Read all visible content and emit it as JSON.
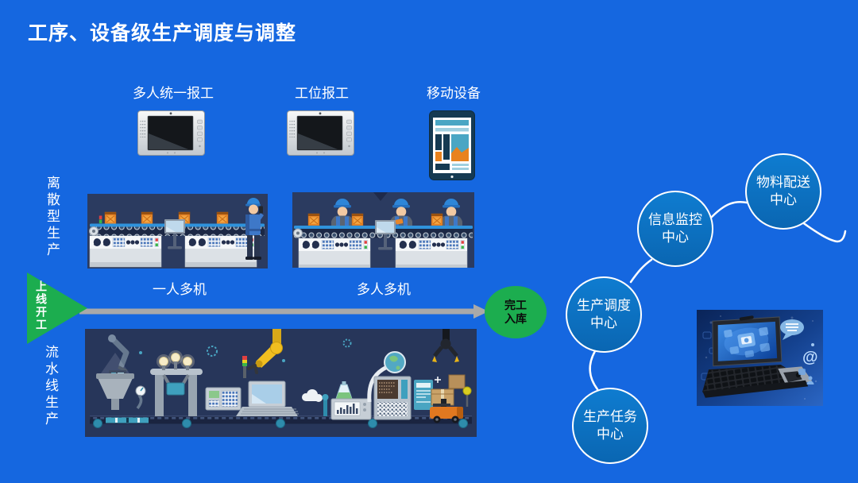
{
  "slide": {
    "title": "工序、设备级生产调度与调整"
  },
  "reporting_devices": [
    {
      "label": "多人统一报工",
      "icon": "industrial-tablet-icon"
    },
    {
      "label": "工位报工",
      "icon": "industrial-tablet-icon"
    },
    {
      "label": "移动设备",
      "icon": "mobile-dashboard-icon"
    }
  ],
  "production_modes": {
    "discrete": "离散型生产",
    "flow_line": "流水线生产"
  },
  "process_flow": {
    "start": "上线开工",
    "stage_one": "一人多机",
    "stage_two": "多人多机",
    "finish": "完工\n入库"
  },
  "centers": [
    {
      "label": "物料配送\n中心"
    },
    {
      "label": "信息监控\n中心"
    },
    {
      "label": "生产调度\n中心"
    },
    {
      "label": "生产任务\n中心"
    }
  ],
  "decor": {
    "at_symbol": "@"
  },
  "colors": {
    "background": "#1567E0",
    "accent_green": "#1CAD4F",
    "center_circle_blue": "#0C72C4",
    "arrow_gray": "#A9A9A9",
    "illustration_navy": "#2B3B60"
  }
}
